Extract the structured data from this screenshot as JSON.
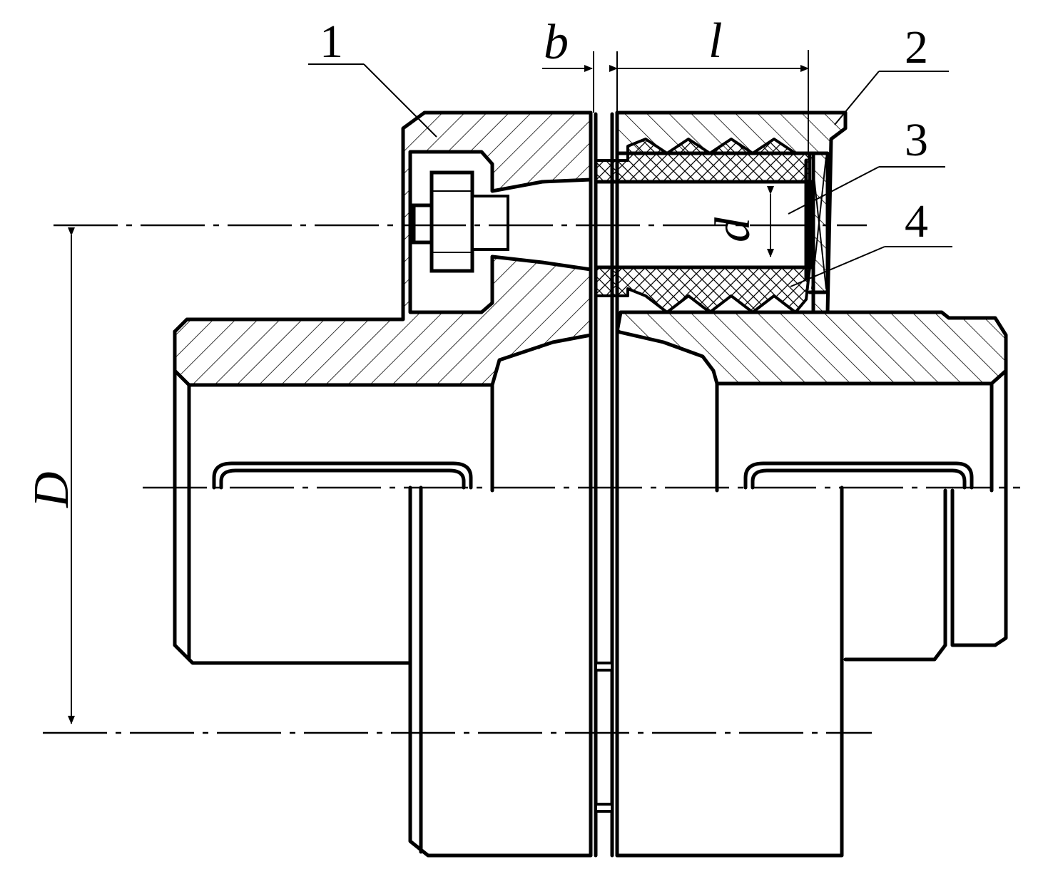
{
  "labels": {
    "part_1": "1",
    "part_2": "2",
    "part_3": "3",
    "part_4": "4"
  },
  "dimensions": {
    "gap": "b",
    "sleeve_length": "l",
    "pin_diameter": "d",
    "pin_circle_diameter": "D"
  }
}
